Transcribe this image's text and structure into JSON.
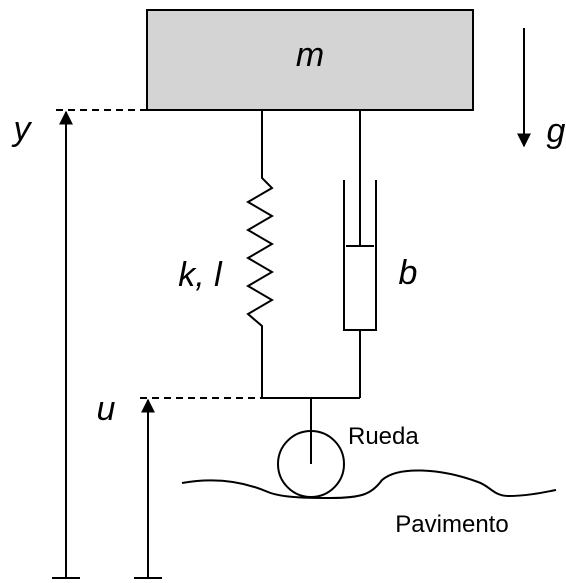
{
  "labels": {
    "mass": "m",
    "gravity": "g",
    "body_position": "y",
    "road_input": "u",
    "spring": "k, l",
    "damper": "b",
    "wheel": "Rueda",
    "road_surface": "Pavimento"
  },
  "colors": {
    "mass_fill": "#d4d4d4",
    "stroke": "#000000",
    "background": "#ffffff"
  }
}
